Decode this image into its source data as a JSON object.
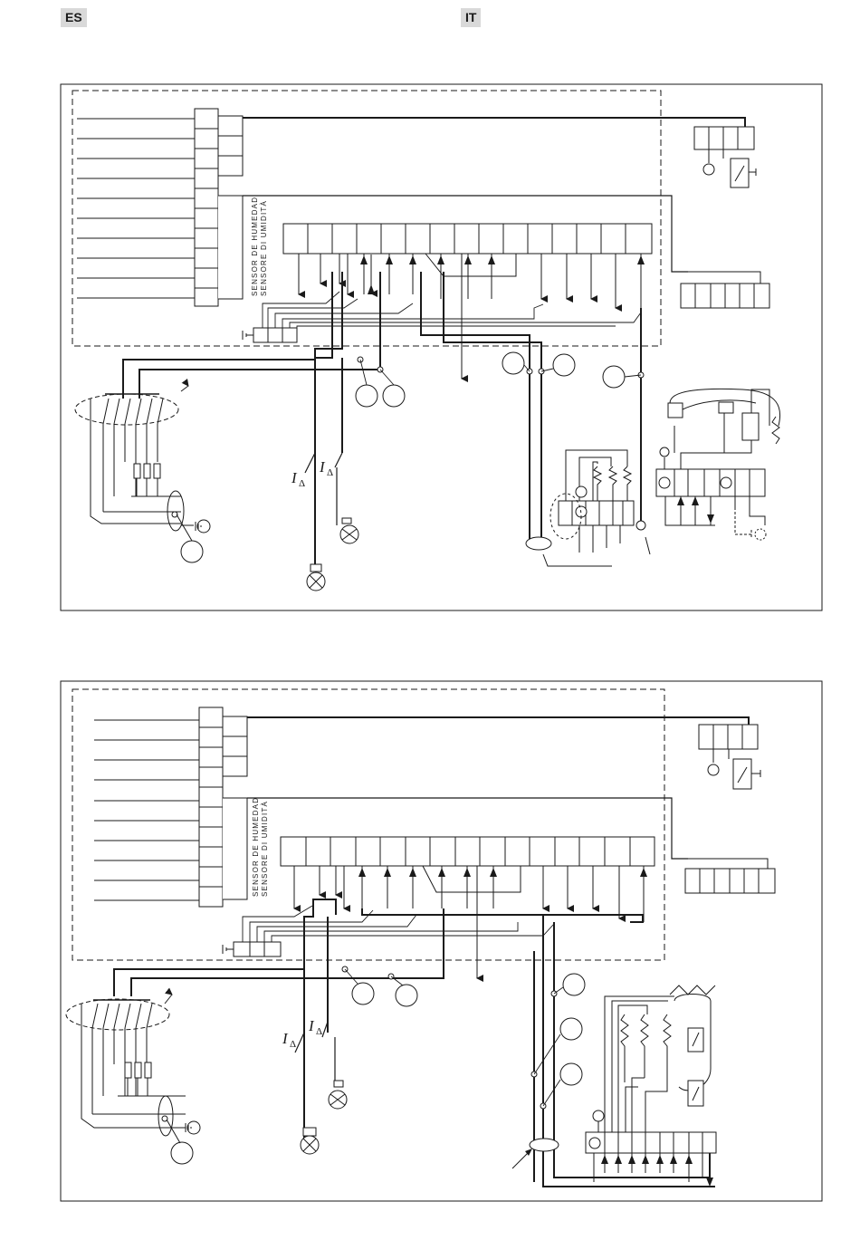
{
  "header": {
    "lang_left": "ES",
    "lang_right": "IT"
  },
  "diagrams": [
    {
      "sensor_label_es": "SENSOR DE HUMEDAD",
      "sensor_label_it": "SENSORE DI UMIDITÀ",
      "rcd_label": "I",
      "rcd_symbol": "Δ"
    },
    {
      "sensor_label_es": "SENSOR DE HUMEDAD",
      "sensor_label_it": "SENSORE DI UMIDITÀ",
      "rcd_label": "I",
      "rcd_symbol": "Δ"
    }
  ]
}
